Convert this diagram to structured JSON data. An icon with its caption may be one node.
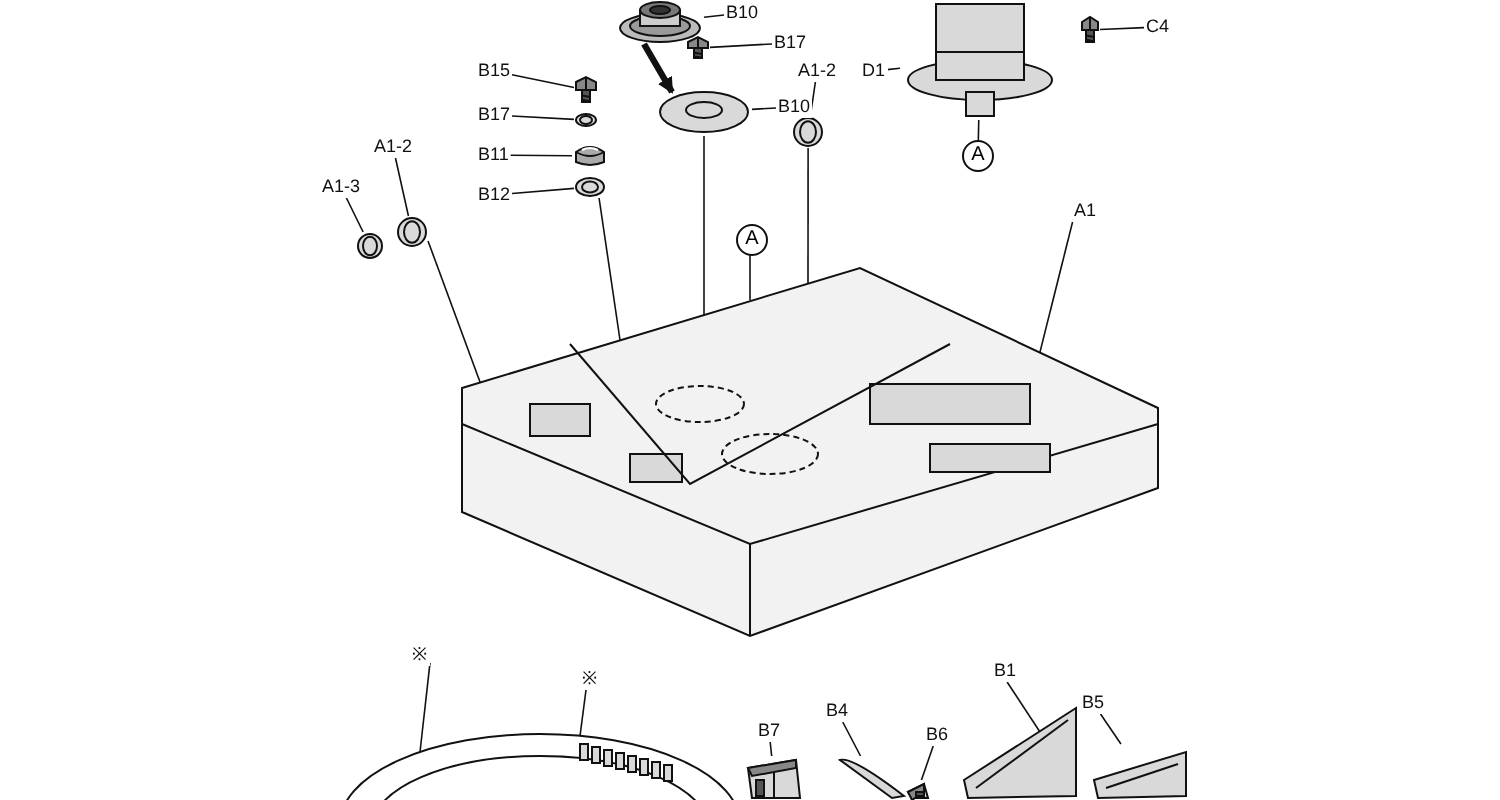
{
  "diagram": {
    "nodes": [
      {
        "text": [],
        "shape": "picture"
      },
      {
        "text": [],
        "shape": "picture"
      },
      {
        "text": [],
        "shape": "picture"
      },
      {
        "text": [],
        "shape": "picture"
      },
      {
        "text": [],
        "shape": "picture"
      },
      {
        "text": [],
        "shape": "picture"
      },
      {
        "text": [],
        "shape": "picture"
      },
      {
        "text": [],
        "shape": "picture"
      },
      {
        "text": [],
        "shape": "picture"
      },
      {
        "text": [],
        "shape": "picture"
      },
      {
        "text": [],
        "shape": "picture"
      },
      {
        "text": [],
        "shape": "picture"
      },
      {
        "text": [],
        "shape": "picture"
      },
      {
        "text": [],
        "shape": "picture"
      },
      {
        "text": [],
        "shape": "picture"
      },
      {
        "text": [],
        "shape": "picture"
      },
      {
        "text": [],
        "shape": "picture"
      },
      {
        "text": [],
        "shape": "picture"
      },
      {
        "text": [],
        "shape": "picture"
      },
      {
        "text": [
          "B10"
        ]
      },
      {
        "text": [
          "B17"
        ]
      },
      {
        "text": [
          "B15"
        ]
      },
      {
        "text": [
          "B17"
        ]
      },
      {
        "text": [
          "B10"
        ]
      },
      {
        "text": [
          "B11"
        ]
      },
      {
        "text": [
          "B12"
        ]
      },
      {
        "text": [
          "A1-2"
        ]
      },
      {
        "text": [
          "A1-3"
        ]
      },
      {
        "text": [
          "A1-2"
        ]
      },
      {
        "text": [
          "D1"
        ]
      },
      {
        "text": [
          "C4"
        ]
      },
      {
        "text": [
          "A"
        ]
      },
      {
        "text": [
          "A1"
        ]
      },
      {
        "text": [
          "A"
        ]
      },
      {
        "text": [
          "※"
        ]
      },
      {
        "text": [
          "※"
        ]
      },
      {
        "text": [
          "B1"
        ]
      },
      {
        "text": [
          "B5"
        ]
      },
      {
        "text": [
          "B7"
        ]
      },
      {
        "text": [
          "B4"
        ]
      },
      {
        "text": [
          "B6"
        ]
      }
    ],
    "edges": [
      {
        "from": 19,
        "to": 2,
        "arrow": "none"
      },
      {
        "from": 20,
        "to": 4,
        "arrow": "none"
      },
      {
        "from": 21,
        "to": 5,
        "arrow": "none"
      },
      {
        "from": 22,
        "to": 6,
        "arrow": "none"
      },
      {
        "from": 23,
        "to": 3,
        "arrow": "none"
      },
      {
        "from": 24,
        "to": 7,
        "arrow": "none"
      },
      {
        "from": 25,
        "to": 8,
        "arrow": "none"
      },
      {
        "from": 26,
        "to": 9,
        "arrow": "none"
      },
      {
        "from": 27,
        "to": 10,
        "arrow": "none"
      },
      {
        "from": 28,
        "to": 11,
        "arrow": "none"
      },
      {
        "from": 29,
        "to": 1,
        "arrow": "none"
      },
      {
        "from": 30,
        "to": 12,
        "arrow": "none"
      },
      {
        "from": 1,
        "to": 31,
        "arrow": "none"
      },
      {
        "from": 32,
        "to": 0,
        "arrow": "none"
      },
      {
        "from": 33,
        "to": 0,
        "arrow": "none"
      },
      {
        "from": 34,
        "to": 13,
        "arrow": "none"
      },
      {
        "from": 35,
        "to": 13,
        "arrow": "none"
      },
      {
        "from": 36,
        "to": 17,
        "arrow": "none"
      },
      {
        "from": 37,
        "to": 18,
        "arrow": "none"
      },
      {
        "from": 38,
        "to": 14,
        "arrow": "none"
      },
      {
        "from": 39,
        "to": 15,
        "arrow": "none"
      },
      {
        "from": 40,
        "to": 16,
        "arrow": "none"
      },
      {
        "from": 3,
        "to": 0,
        "arrow": "none"
      },
      {
        "from": 8,
        "to": 0,
        "arrow": "none"
      },
      {
        "from": 9,
        "to": 0,
        "arrow": "none"
      },
      {
        "from": 11,
        "to": 0,
        "arrow": "none"
      },
      {
        "from": 2,
        "to": 3,
        "arrow": "to",
        "style": "thick"
      }
    ]
  }
}
